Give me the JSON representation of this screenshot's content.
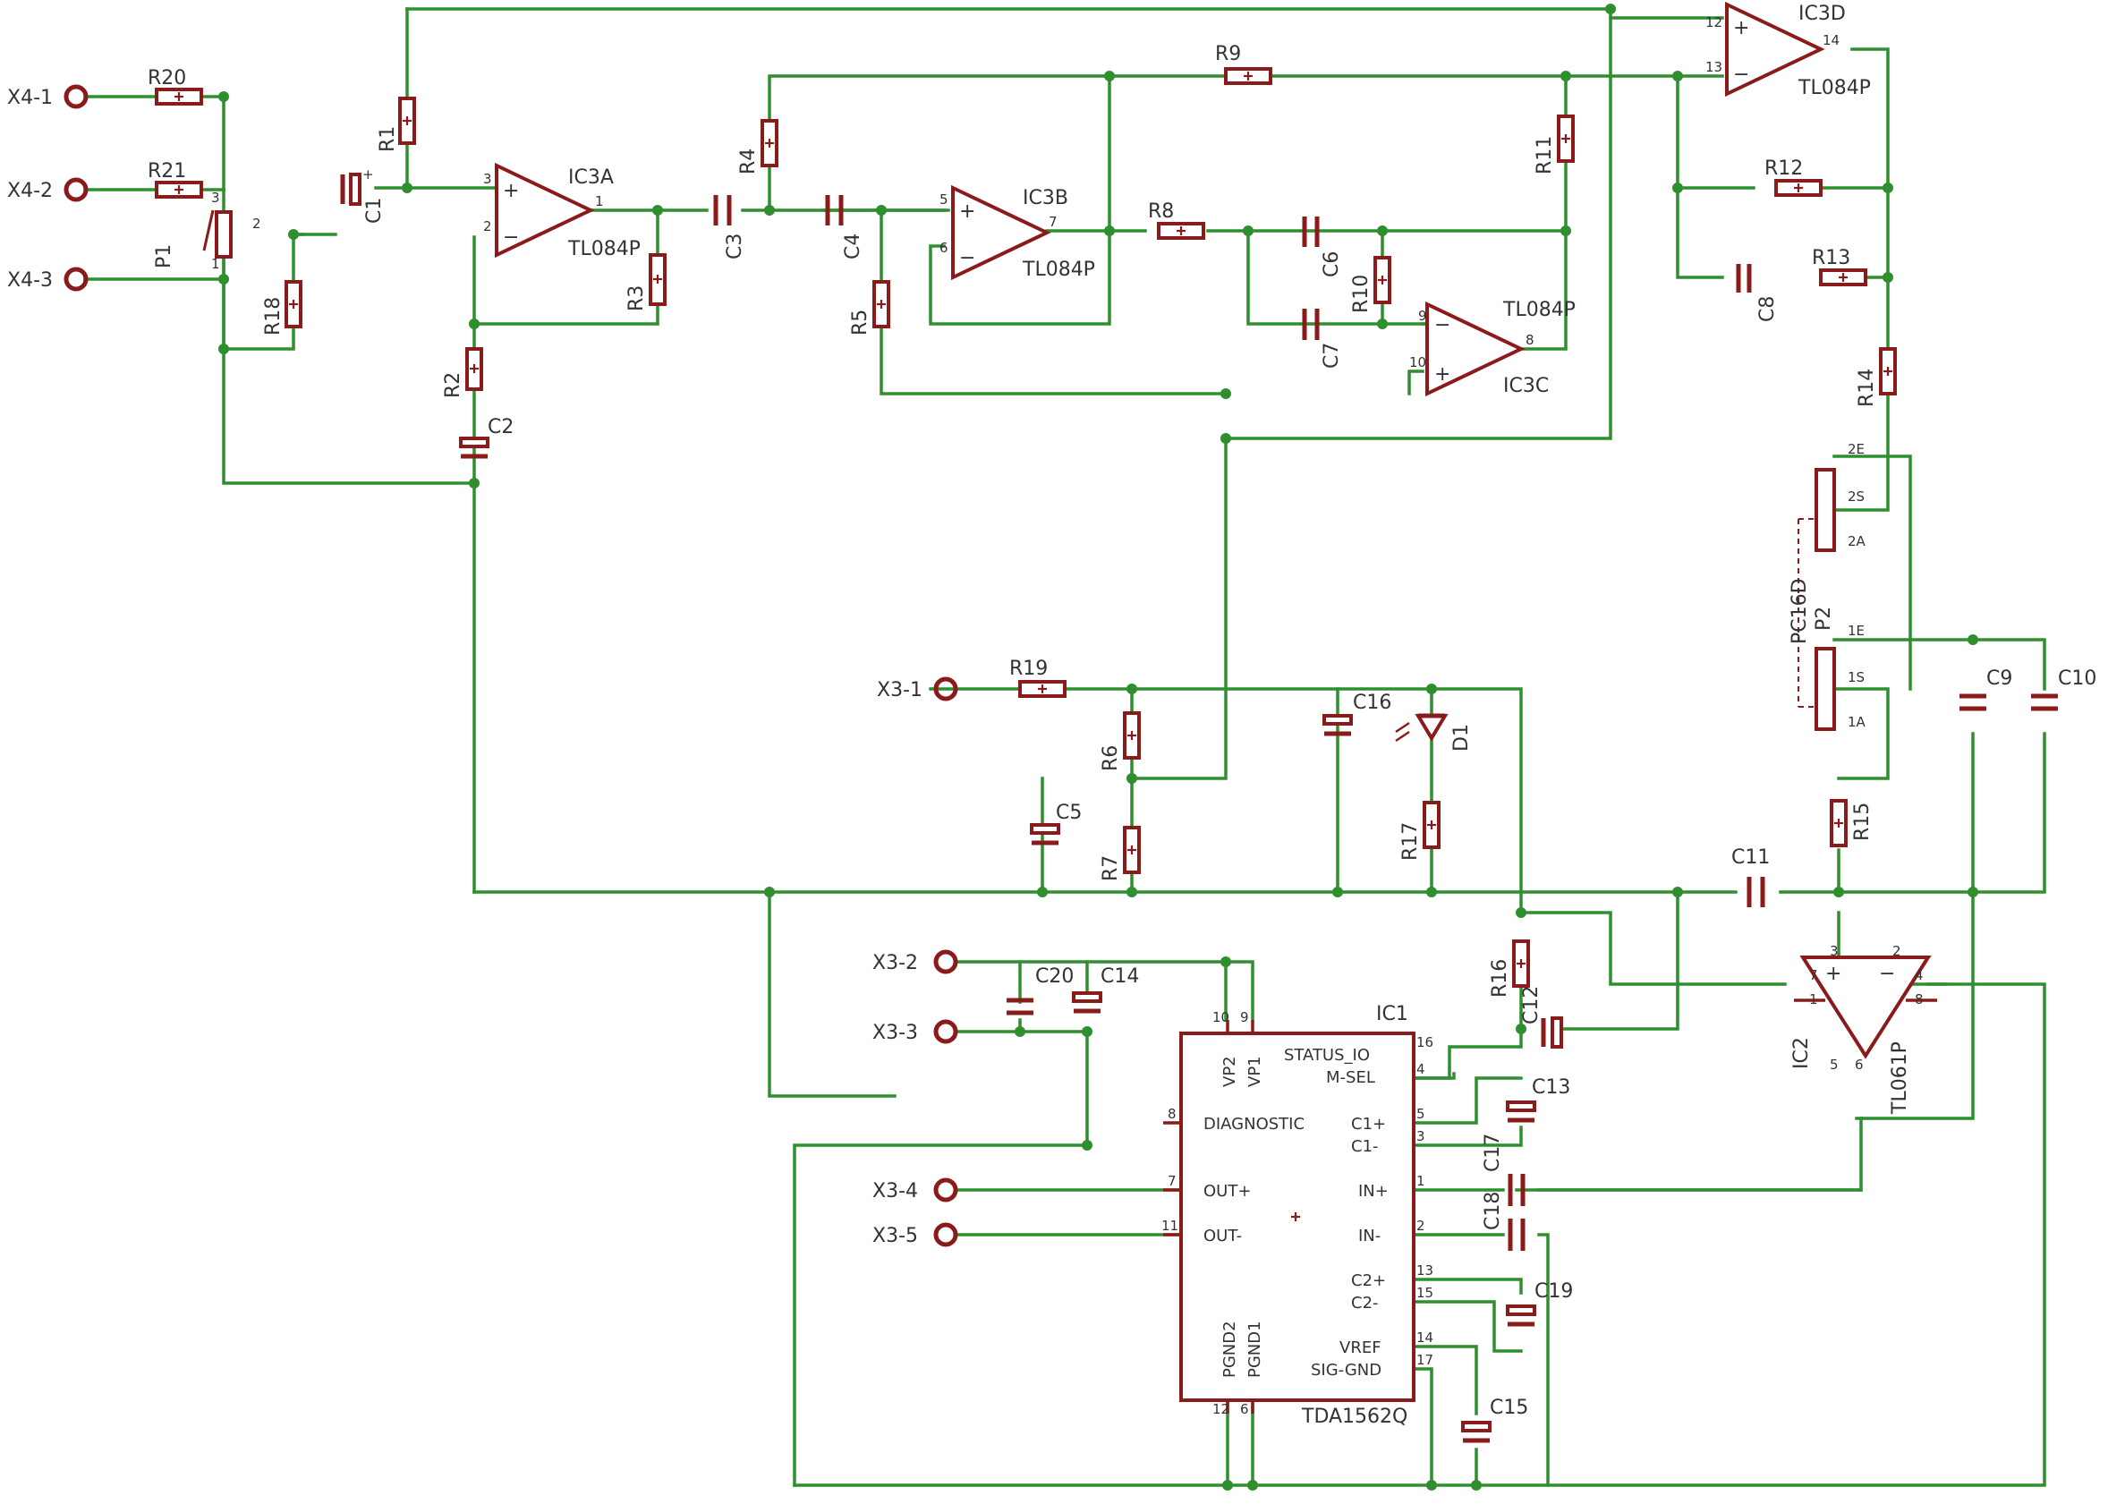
{
  "connectors": {
    "x4_1": "X4-1",
    "x4_2": "X4-2",
    "x4_3": "X4-3",
    "x3_1": "X3-1",
    "x3_2": "X3-2",
    "x3_3": "X3-3",
    "x3_4": "X3-4",
    "x3_5": "X3-5"
  },
  "resistors": {
    "r1": "R1",
    "r2": "R2",
    "r3": "R3",
    "r4": "R4",
    "r5": "R5",
    "r6": "R6",
    "r7": "R7",
    "r8": "R8",
    "r9": "R9",
    "r10": "R10",
    "r11": "R11",
    "r12": "R12",
    "r13": "R13",
    "r14": "R14",
    "r15": "R15",
    "r16": "R16",
    "r17": "R17",
    "r18": "R18",
    "r19": "R19",
    "r20": "R20",
    "r21": "R21"
  },
  "capacitors": {
    "c1": "C1",
    "c2": "C2",
    "c3": "C3",
    "c4": "C4",
    "c5": "C5",
    "c6": "C6",
    "c7": "C7",
    "c8": "C8",
    "c9": "C9",
    "c10": "C10",
    "c11": "C11",
    "c12": "C12",
    "c13": "C13",
    "c14": "C14",
    "c15": "C15",
    "c16": "C16",
    "c17": "C17",
    "c18": "C18",
    "c19": "C19",
    "c20": "C20"
  },
  "potentiometers": {
    "p1": "P1",
    "p2": "P2",
    "pc16d": "PC16D"
  },
  "diode": {
    "d1": "D1"
  },
  "opamps": {
    "ic3a": "IC3A",
    "ic3b": "IC3B",
    "ic3c": "IC3C",
    "ic3d": "IC3D",
    "tl084p": "TL084P",
    "ic2": "IC2",
    "tl061p": "TL061P"
  },
  "ic1": {
    "name": "IC1",
    "part": "TDA1562Q",
    "left_pins": [
      "VP2",
      "VP1",
      "DIAGNOSTIC",
      "OUT+",
      "OUT-",
      "PGND2",
      "PGND1"
    ],
    "right_pins": [
      "STATUS_IO",
      "M-SEL",
      "C1+",
      "C1-",
      "IN+",
      "IN-",
      "C2+",
      "C2-",
      "VREF",
      "SIG-GND"
    ]
  },
  "pot_pins": {
    "e2": "2E",
    "s2": "2S",
    "a2": "2A",
    "e1": "1E",
    "s1": "1S",
    "a1": "1A"
  },
  "pin_numbers": {
    "n1": "1",
    "n2": "2",
    "n3": "3",
    "n4": "4",
    "n5": "5",
    "n6": "6",
    "n7": "7",
    "n8": "8",
    "n9": "9",
    "n10": "10",
    "n11": "11",
    "n12": "12",
    "n13": "13",
    "n14": "14",
    "n15": "15",
    "n16": "16",
    "n17": "17"
  },
  "symbols": {
    "plus": "+",
    "minus": "−"
  },
  "colors": {
    "wire": "#2f8f2f",
    "symbol": "#8b1a1a",
    "label": "#333333"
  }
}
